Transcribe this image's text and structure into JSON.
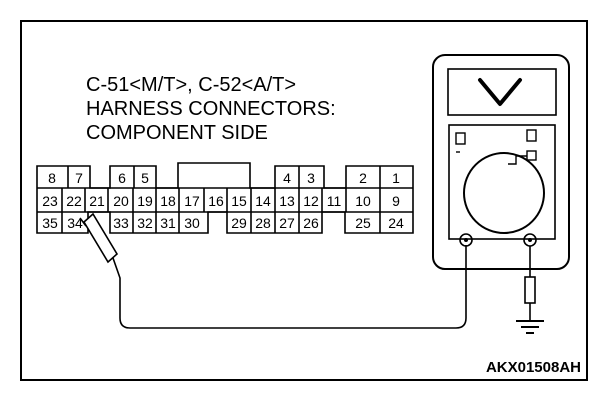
{
  "diagram": {
    "title_lines": [
      "C-51<M/T>, C-52<A/T>",
      "HARNESS CONNECTORS:",
      "COMPONENT SIDE"
    ],
    "figure_code": "AKX01508AH",
    "connector": {
      "top_row": [
        "8",
        "7",
        "6",
        "5",
        "4",
        "3",
        "2",
        "1"
      ],
      "middle_row": [
        "23",
        "22",
        "21",
        "20",
        "19",
        "18",
        "17",
        "16",
        "15",
        "14",
        "13",
        "12",
        "11",
        "10",
        "9"
      ],
      "bottom_row": [
        "35",
        "34",
        "33",
        "32",
        "31",
        "30",
        "29",
        "28",
        "27",
        "26",
        "25",
        "24"
      ],
      "probed_pin": "34"
    },
    "meter": {
      "display_icon": "voltage-v-icon",
      "dial_icon": "selector-dial-icon",
      "ground_icon": "ground-icon"
    },
    "colors": {
      "line": "#000000",
      "background": "#ffffff"
    }
  }
}
